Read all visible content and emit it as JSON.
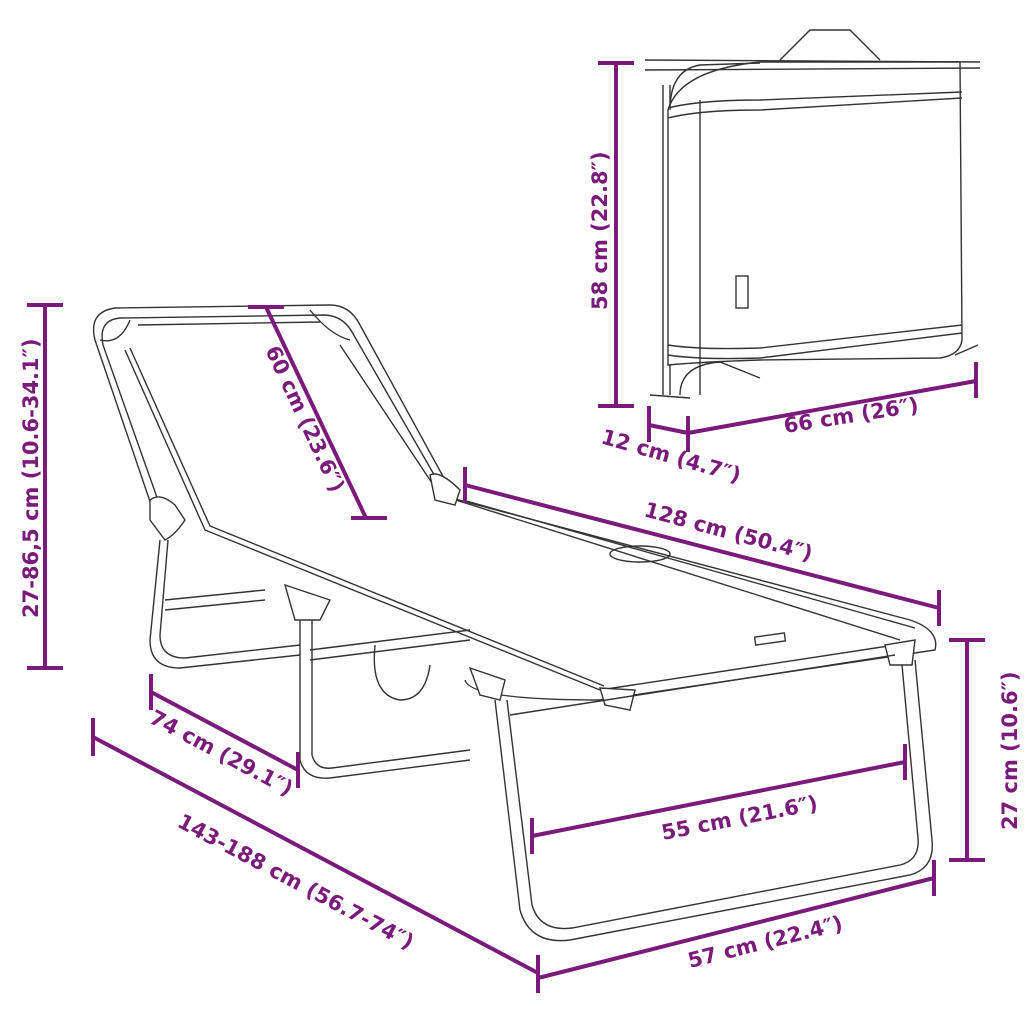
{
  "diagram": {
    "subject": "folding sun lounger dimensions",
    "accent_color": "#7a1a7a",
    "line_color": "#333333",
    "folded_view": {
      "height_label": "58 cm (22.8″)",
      "depth_label": "12 cm (4.7″)",
      "width_label": "66 cm (26″)"
    },
    "unfolded_view": {
      "backrest_height_label": "27-86,5 cm (10.6-34.1″)",
      "backrest_length_label": "60 cm (23.6″)",
      "seat_length_label": "128 cm (50.4″)",
      "seat_height_label": "27 cm (10.6″)",
      "leg_length_label": "74 cm (29.1″)",
      "total_length_label": "143-188 cm (56.7-74″)",
      "inner_width_label": "55 cm (21.6″)",
      "outer_width_label": "57 cm (22.4″)"
    }
  }
}
